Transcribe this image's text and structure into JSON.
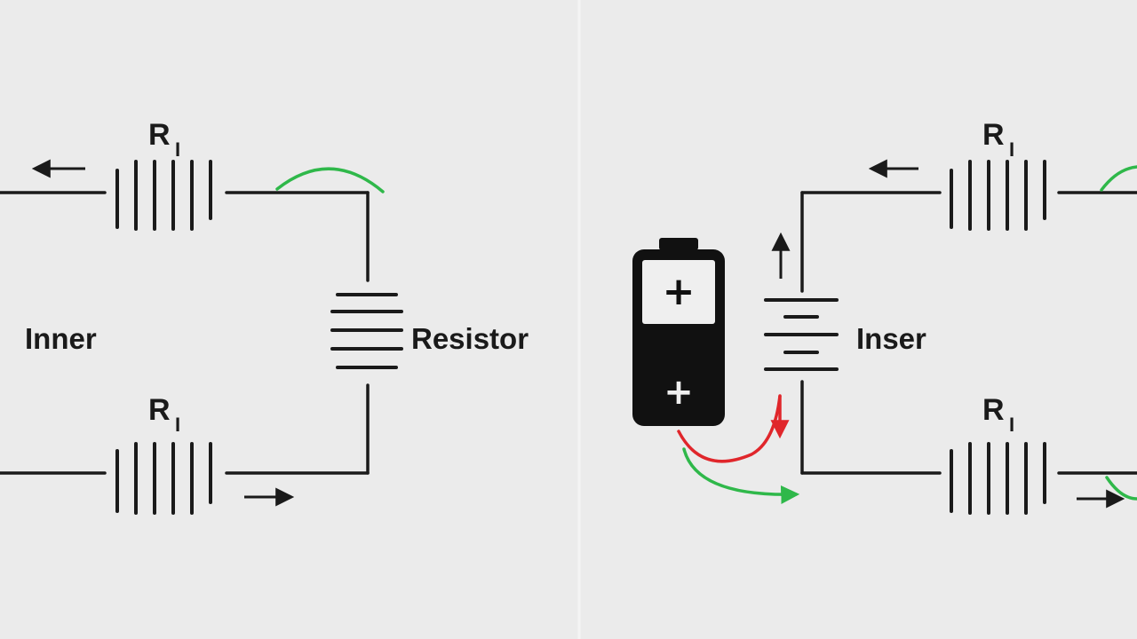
{
  "diagram": {
    "left": {
      "resistor_top_label": "R",
      "resistor_top_sub": "I",
      "resistor_bottom_label": "R",
      "resistor_bottom_sub": "I",
      "side_label": "Inner",
      "component_label": "Resistor"
    },
    "right": {
      "battery_top_sign": "+",
      "battery_bottom_sign": "+",
      "resistor_top_label": "R",
      "resistor_top_sub": "I",
      "resistor_bottom_label": "R",
      "resistor_bottom_sub": "I",
      "cell_label": "Inser"
    }
  },
  "colors": {
    "background": "#ebebeb",
    "ink": "#1a1a1a",
    "green_arrow": "#2fb84a",
    "red_arrow": "#e0262b",
    "battery_body": "#111111",
    "battery_top": "#efefef"
  },
  "icons": {
    "current_arrow": "arrow-icon",
    "battery": "battery-icon"
  }
}
